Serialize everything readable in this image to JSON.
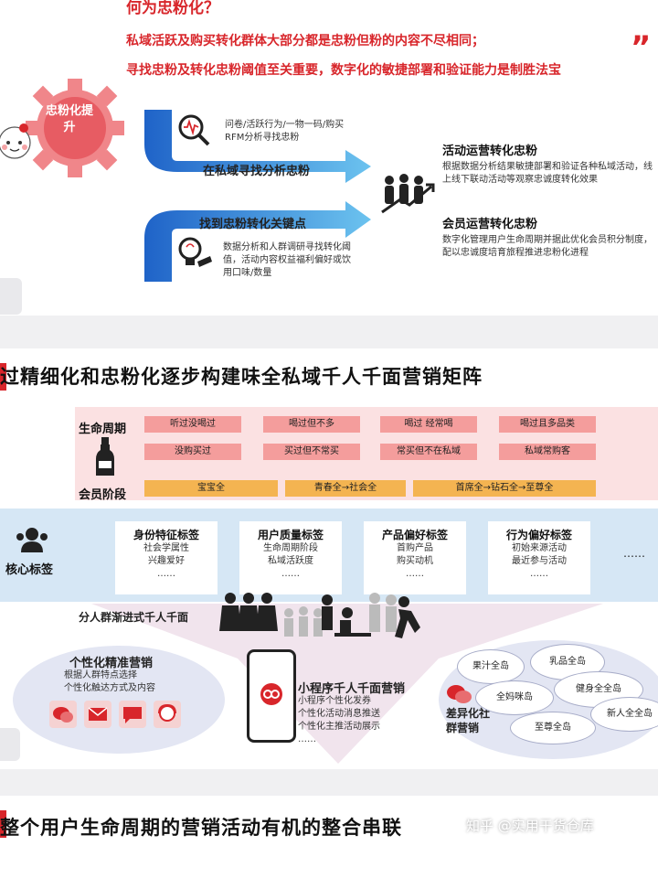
{
  "top": {
    "title": "何为忠粉化？",
    "lead1": "私域活跃及购买转化群体大部分都是忠粉但粉的内容不尽相同；",
    "lead2": "寻找忠粉及转化忠粉阈值至关重要，数字化的敏捷部署和验证能力是制胜法宝",
    "quote_mark": "”",
    "gear_label": "忠粉化提升",
    "arrow1": {
      "label": "在私域寻找分析忠粉",
      "desc": "问卷/活跃行为/一物一码/购买RFM分析寻找忠粉",
      "icon": "magnifier-chart-icon"
    },
    "arrow2": {
      "label": "找到忠粉转化关键点",
      "desc": "数据分析和人群调研寻找转化阈值，活动内容权益福利偏好或饮用口味/数量",
      "icon": "lightbulb-hand-icon"
    },
    "right1": {
      "title": "活动运营转化忠粉",
      "desc": "根据数据分析结果敏捷部署和验证各种私域活动，线上线下联动活动等观察忠诚度转化效果"
    },
    "right2": {
      "title": "会员运营转化忠粉",
      "desc": "数字化管理用户生命周期并据此优化会员积分制度，配以忠诚度培育旅程推进忠粉化进程"
    },
    "people_icon": "people-growth-icon",
    "colors": {
      "accent": "#d8262b",
      "arrow_blue": "#2e86d6",
      "gear_pink": "#f0868a"
    }
  },
  "sec1": {
    "title": "过精细化和忠粉化逐步构建味全私域千人千面营销矩阵",
    "lifecycle_label": "生命周期",
    "lifecycle_row1": [
      "听过没喝过",
      "喝过但不多",
      "喝过 经常喝",
      "喝过且多品类"
    ],
    "lifecycle_row2": [
      "没购买过",
      "买过但不常买",
      "常买但不在私域",
      "私域常购客"
    ],
    "member_label": "会员阶段",
    "member_stages": [
      "宝宝全",
      "青春全→社会全",
      "首席全→钻石全→至尊全"
    ],
    "core_label": "核心标签",
    "tags": [
      {
        "title": "身份特征标签",
        "lines": [
          "社会学属性",
          "兴趣爱好",
          "……"
        ]
      },
      {
        "title": "用户质量标签",
        "lines": [
          "生命周期阶段",
          "私域活跃度",
          "……"
        ]
      },
      {
        "title": "产品偏好标签",
        "lines": [
          "首购产品",
          "购买动机",
          "……"
        ]
      },
      {
        "title": "行为偏好标签",
        "lines": [
          "初始来源活动",
          "最近参与活动",
          "……"
        ]
      }
    ],
    "tags_more": "……",
    "crowd_label": "分人群渐进式千人千面",
    "personal": {
      "title": "个性化精准营销",
      "lines": [
        "根据人群特点选择",
        "个性化触达方式及内容"
      ]
    },
    "miniapp": {
      "title": "小程序千人千面营销",
      "lines": [
        "小程序个性化发券",
        "个性化活动消息推送",
        "个性化主推活动展示",
        "……"
      ]
    },
    "community": {
      "title": "差异化社群营销",
      "islands": [
        "果汁全岛",
        "乳品全岛",
        "全妈咪岛",
        "健身全全岛",
        "新人全全岛",
        "至尊全岛"
      ]
    },
    "colors": {
      "pink_band": "#fbe1e2",
      "pink_box": "#f49d9c",
      "yellow_box": "#f4b451",
      "blue_band": "#d6e7f5"
    }
  },
  "sec2": {
    "title": "整个用户生命周期的营销活动有机的整合串联",
    "watermark": "知乎 @实用干货仓库"
  }
}
